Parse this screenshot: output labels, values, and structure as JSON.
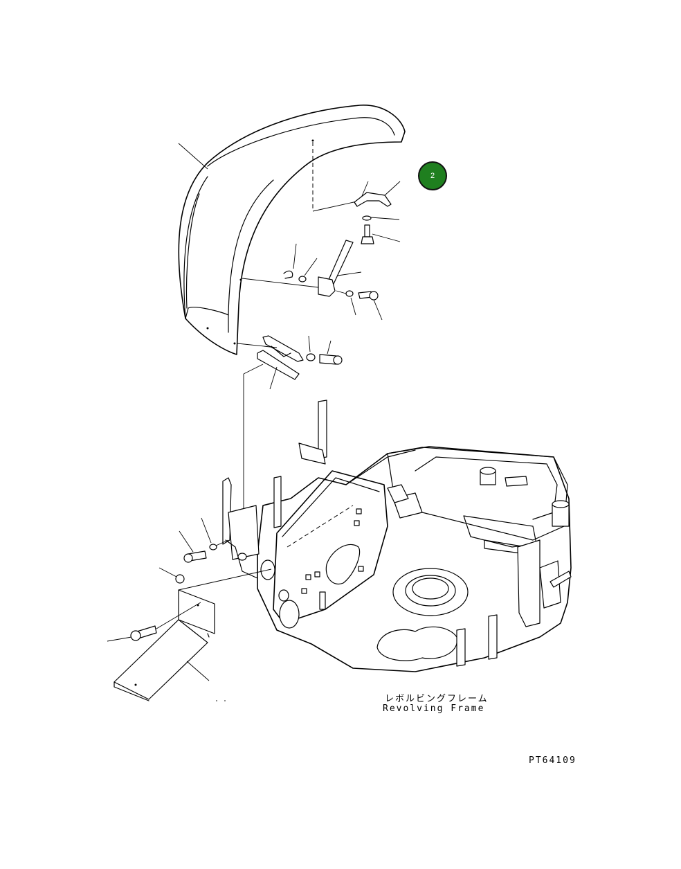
{
  "callout": {
    "number": "2",
    "color": "#1f7f1f"
  },
  "labels": {
    "frame_jp": "レボルビングフレーム",
    "frame_en": "Revolving Frame",
    "drawing_id": "PT64109"
  }
}
